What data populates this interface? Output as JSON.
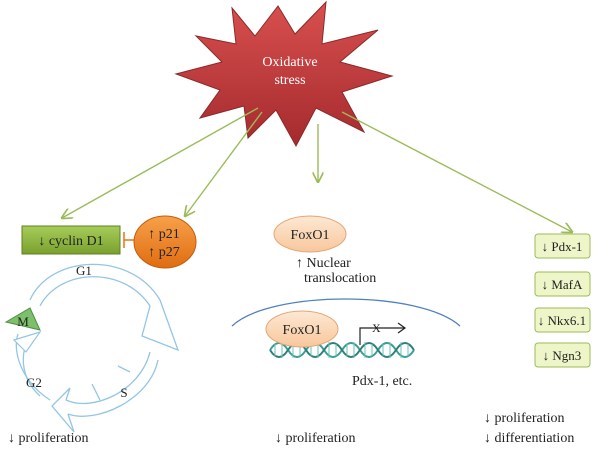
{
  "stress": {
    "line1": "Oxidative",
    "line2": "stress"
  },
  "left": {
    "cyclin": "↓ cyclin D1",
    "p21": "↑ p21",
    "p27": "↑ p27",
    "phases": {
      "g1": "G1",
      "m": "M",
      "g2": "G2",
      "s": "S"
    },
    "outcome": "↓ proliferation"
  },
  "middle": {
    "foxo1_top": "FoxO1",
    "nuclear_line1": "↑ Nuclear",
    "nuclear_line2": "translocation",
    "foxo1_nucleus": "FoxO1",
    "x_mark": "X",
    "gene_label": "Pdx-1, etc.",
    "outcome": "↓ proliferation"
  },
  "right": {
    "factors": [
      "↓ Pdx-1",
      "↓ MafA",
      "↓ Nkx6.1",
      "↓ Ngn3"
    ],
    "outcome1": "↓ proliferation",
    "outcome2": "↓ differentiation"
  },
  "colors": {
    "star": "#c0393b",
    "arrow": "#9bbb59",
    "cyclin_box": "#8db53c",
    "p_ellipse": "#ec7c1e",
    "foxo_ellipse": "#fbdcc0",
    "factor_box": "#eef5c8",
    "nucleus": "#4f81bd",
    "dna": "#3a9d96",
    "cycle": "#93c6e4",
    "m_phase": "#7cbf6c"
  }
}
